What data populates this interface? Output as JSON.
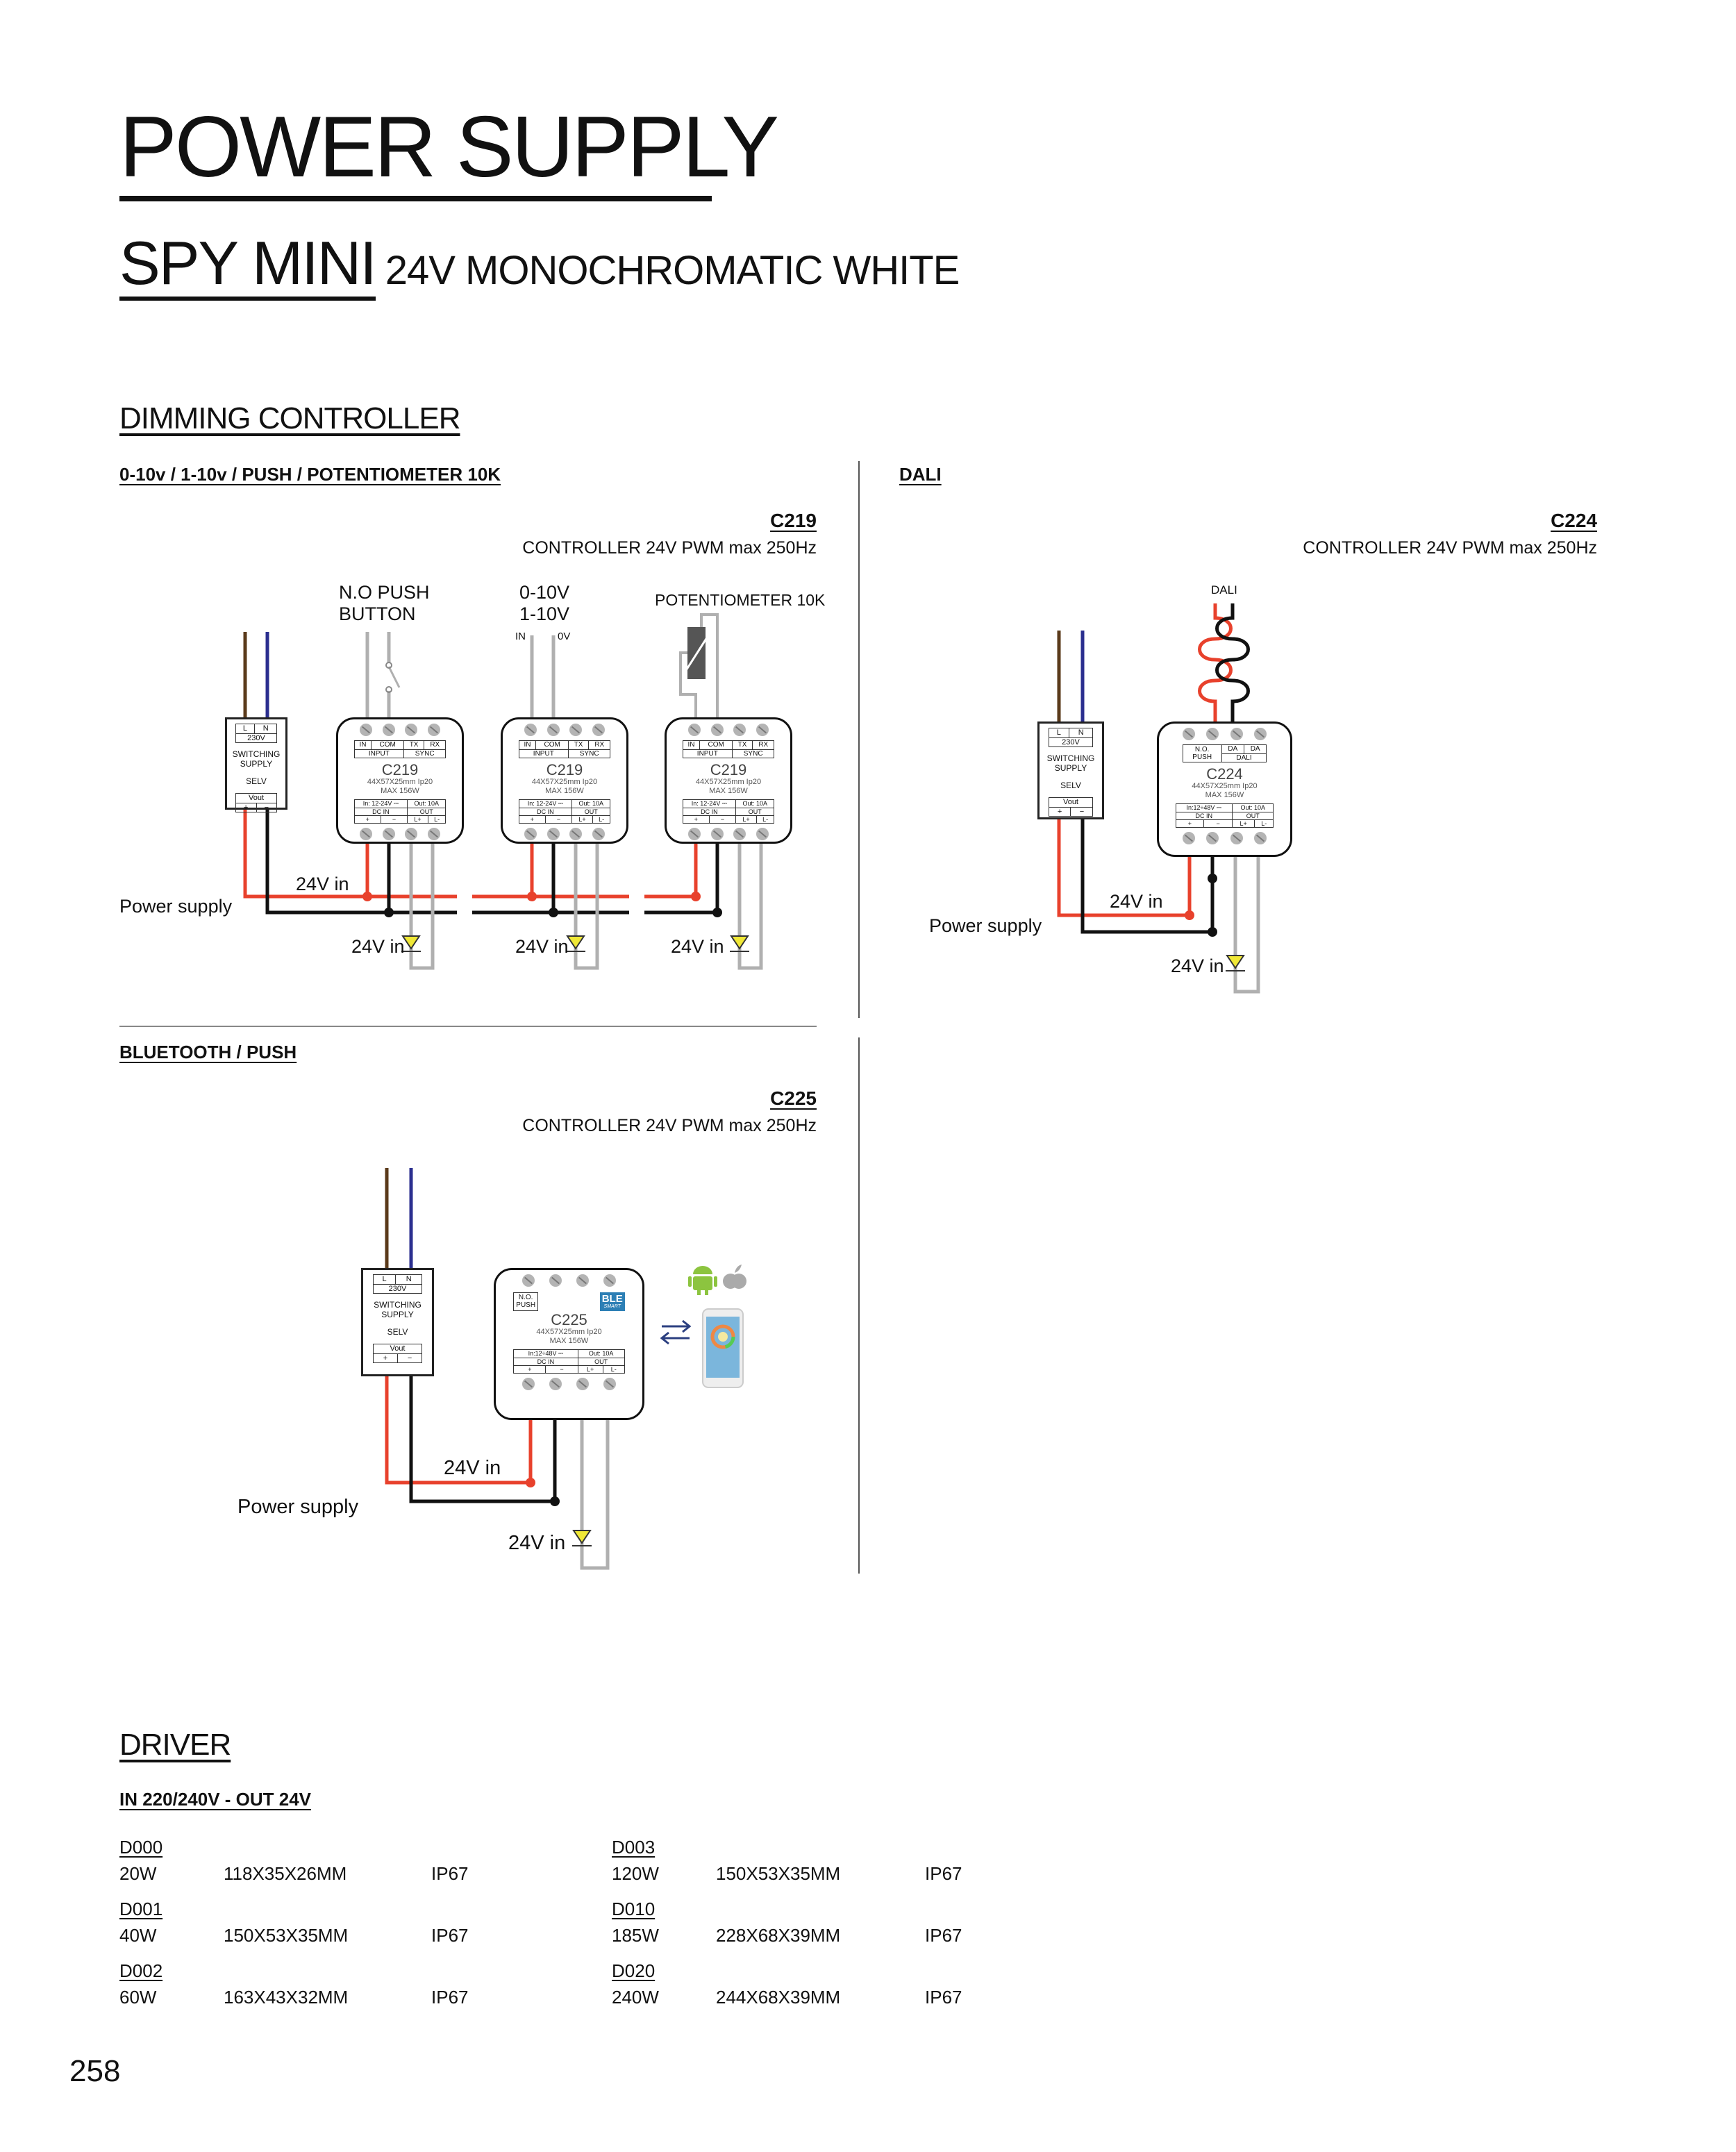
{
  "header": {
    "title": "POWER SUPPLY",
    "subtitle_main": "SPY MINI",
    "subtitle_rest": "24V MONOCHROMATIC WHITE"
  },
  "dimming": {
    "heading": "DIMMING CONTROLLER",
    "s1": {
      "heading": "0-10v / 1-10v / PUSH / POTENTIOMETER 10K",
      "code": "C219",
      "desc": "CONTROLLER 24V PWM max 250Hz",
      "push_l1": "N.O PUSH",
      "push_l2": "BUTTON",
      "v_l1": "0-10V",
      "v_l2": "1-10V",
      "in": "IN",
      "zero_v": "0V",
      "pot": "POTENTIOMETER 10K",
      "v24": "24V in",
      "power_supply": "Power supply"
    },
    "s2": {
      "heading": "DALI",
      "code": "C224",
      "desc": "CONTROLLER 24V PWM max 250Hz",
      "dali": "DALI",
      "v24": "24V in",
      "power_supply": "Power supply"
    },
    "s3": {
      "heading": "BLUETOOTH / PUSH",
      "code": "C225",
      "desc": "CONTROLLER 24V PWM max 250Hz",
      "v24": "24V in",
      "power_supply": "Power supply"
    }
  },
  "supply": {
    "l": "L",
    "n": "N",
    "voltage": "230V",
    "line1": "SWITCHING",
    "line2": "SUPPLY",
    "selv": "SELV",
    "vout": "Vout",
    "plus": "+",
    "minus": "−"
  },
  "c219": {
    "name": "C219",
    "dims": "44X57X25mm Ip20",
    "max": "MAX 156W",
    "top": [
      "IN",
      "COM",
      "TX",
      "RX"
    ],
    "groups": [
      "INPUT",
      "SYNC"
    ],
    "in_rating": "In: 12-24V ⎓",
    "out_rating": "Out: 10A",
    "dc_in": "DC IN",
    "out": "OUT",
    "terms": [
      "+",
      "−",
      "L+",
      "L-"
    ]
  },
  "c224": {
    "name": "C224",
    "dims": "44X57X25mm Ip20",
    "max": "MAX 156W",
    "push": "N.O.\nPUSH",
    "da": "DA",
    "dali": "DALI",
    "in_rating": "In:12÷48V ⎓",
    "out_rating": "Out: 10A",
    "dc_in": "DC IN",
    "out": "OUT",
    "terms": [
      "+",
      "−",
      "L+",
      "L-"
    ]
  },
  "c225": {
    "name": "C225",
    "dims": "44X57X25mm Ip20",
    "max": "MAX 156W",
    "push": "N.O.\nPUSH",
    "ble": "BLE",
    "ble_sub": "SMART",
    "in_rating": "In:12÷48V ⎓",
    "out_rating": "Out: 10A",
    "dc_in": "DC IN",
    "out": "OUT",
    "terms": [
      "+",
      "−",
      "L+",
      "L-"
    ]
  },
  "driver": {
    "heading": "DRIVER",
    "subheading": "IN 220/240V - OUT 24V",
    "rows": [
      {
        "code": "D000",
        "power": "20W",
        "size": "118X35X26MM",
        "ip": "IP67"
      },
      {
        "code": "D001",
        "power": "40W",
        "size": "150X53X35MM",
        "ip": "IP67"
      },
      {
        "code": "D002",
        "power": "60W",
        "size": "163X43X32MM",
        "ip": "IP67"
      },
      {
        "code": "D003",
        "power": "120W",
        "size": "150X53X35MM",
        "ip": "IP67"
      },
      {
        "code": "D010",
        "power": "185W",
        "size": "228X68X39MM",
        "ip": "IP67"
      },
      {
        "code": "D020",
        "power": "240W",
        "size": "244X68X39MM",
        "ip": "IP67"
      }
    ]
  },
  "page_number": "258",
  "colors": {
    "live": "#e8412c",
    "neutral": "#2b2f8f",
    "earth_brown": "#5a3a1a",
    "ground": "#111111",
    "signal": "#b0b0b0",
    "led": "#f0e836"
  }
}
